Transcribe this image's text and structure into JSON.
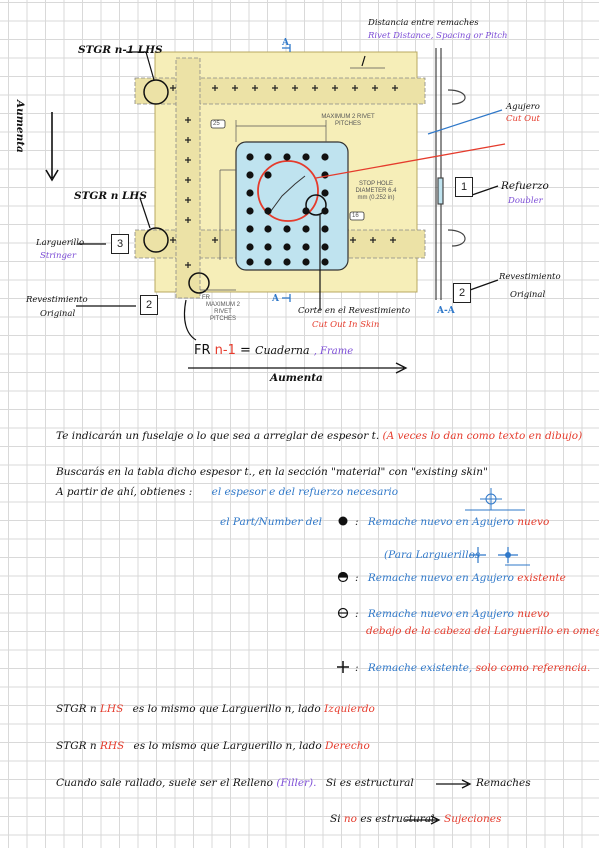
{
  "diagram": {
    "labels": {
      "stgr_top": "STGR n-1 LHS",
      "stgr_mid": "STGR n LHS",
      "aumenta_vertical": "Aumenta",
      "distancia_title": "Distancia entre remaches",
      "distancia_subtitle": "Rivet Distance, Spacing or Pitch",
      "agujero": "Agujero",
      "cut_out": "Cut Out",
      "refuerzo": "Refuerzo",
      "doubler": "Doubler",
      "larguerillo": "Larguerillo",
      "stringer": "Stringer",
      "revestimiento_left": "Revestimiento",
      "original_left": "Original",
      "revestimiento_right": "Revestimiento",
      "original_right": "Original",
      "corte_title": "Corte en el Revestimiento",
      "corte_subtitle": "Cut Out In Skin",
      "section": "A-A",
      "arrow_a_top": "A",
      "arrow_a_bottom": "A",
      "box1": "1",
      "box2_left": "2",
      "box2_right": "2",
      "box3": "3",
      "max_pitch_top": "MAXIMUM 2 RIVET PITCHES",
      "max_pitch_bottom": "MAXIMUM 2 RIVET PITCHES",
      "stop_hole": "STOP HOLE DIAMETER 6.4 mm (0.252 in)",
      "fr": "FR",
      "tag_25": "25",
      "tag_16": "16"
    },
    "frame_line": {
      "fr": "FR",
      "n1": "n-1",
      "eq": "=",
      "cuaderna": "Cuaderna",
      "frame": ", Frame",
      "aumenta": "Aumenta"
    }
  },
  "notes": {
    "l1a": "Te indicarán un fuselaje o lo que sea a arreglar de espesor t.",
    "l1b": "(A veces lo dan como texto en dibujo)",
    "l2": "Buscarás en la tabla dicho espesor t., en la sección \"material\" con \"existing skin\"",
    "l3a": "A partir de ahí, obtienes :",
    "l3b": "el espesor e del refuerzo necesario",
    "l4": "el Part/Number del",
    "leg1a": "Remache nuevo en Agujero",
    "leg1b": "nuevo",
    "para": "(Para Larguerillos",
    "leg2a": "Remache nuevo en Agujero",
    "leg2b": "existente",
    "leg3a": "Remache nuevo en Agujero",
    "leg3b": "nuevo",
    "leg3c": "debajo de la cabeza del Larguerillo en omega",
    "leg4a": "Remache existente,",
    "leg4b": "solo como referencia.",
    "stgr1a": "STGR n",
    "stgr1b": "LHS",
    "stgr1c": "es lo mismo que Larguerillo n, lado",
    "stgr1d": "Izquierdo",
    "stgr2a": "STGR n",
    "stgr2b": "RHS",
    "stgr2c": "es lo mismo que Larguerillo n, lado",
    "stgr2d": "Derecho",
    "fill1": "Cuando sale rallado, suele ser el Relleno",
    "fill2": "(Filler).",
    "fill3": "Si es estructural",
    "fill4": "Remaches",
    "si": "Si",
    "no": "no",
    "fill5": "es estructural",
    "fill6": "Sujeciones",
    "sep": ":"
  },
  "colors": {
    "blue": "#2f78c9",
    "red": "#e53b2c",
    "purple": "#7c4dd6",
    "skin": "#f6eeb8",
    "doubler": "#bfe3ef"
  }
}
